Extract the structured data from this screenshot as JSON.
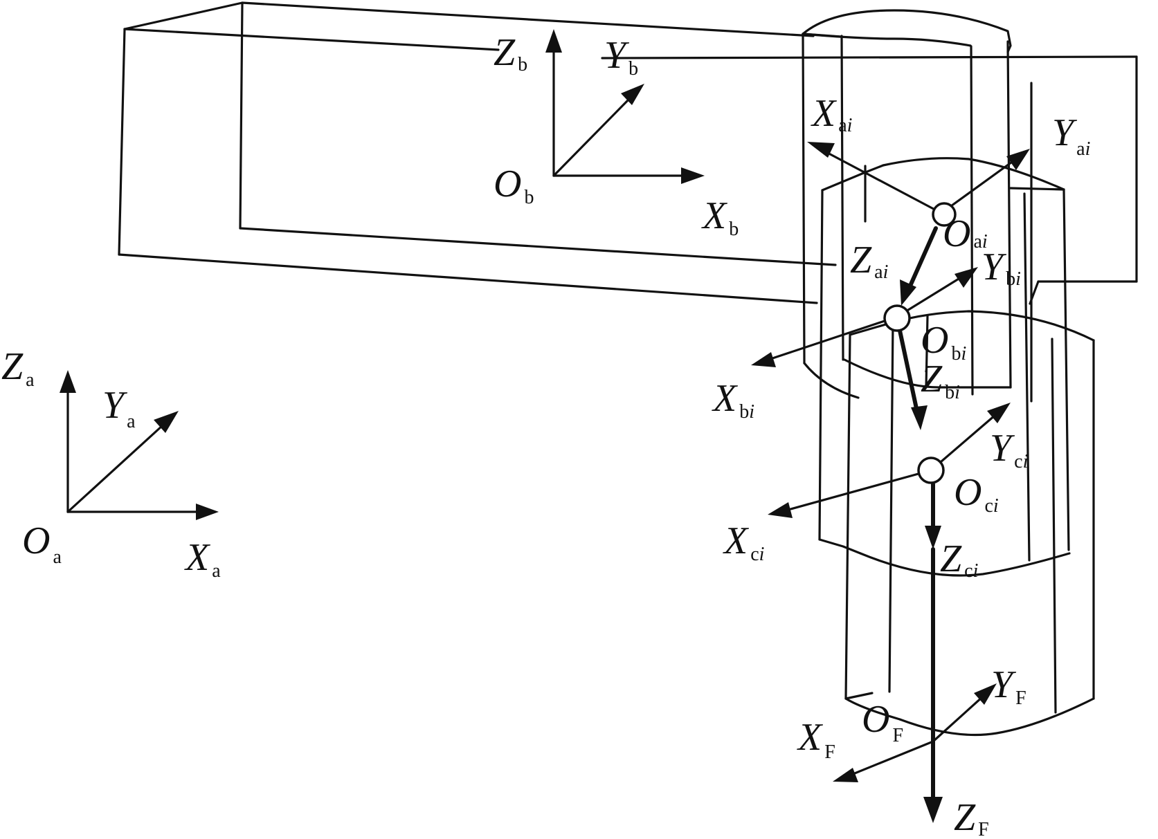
{
  "frames": [
    {
      "id": "a",
      "origin_sym": "O",
      "origin_sub": "a",
      "origin_sub_italic": "",
      "axes": {
        "X": [
          "X",
          "a"
        ],
        "Y": [
          "Y",
          "a"
        ],
        "Z": [
          "Z",
          "a"
        ]
      }
    },
    {
      "id": "b",
      "origin_sym": "O",
      "origin_sub": "b",
      "origin_sub_italic": "",
      "axes": {
        "X": [
          "X",
          "b"
        ],
        "Y": [
          "Y",
          "b"
        ],
        "Z": [
          "Z",
          "b"
        ]
      }
    },
    {
      "id": "ai",
      "origin_sym": "O",
      "origin_sub": "a",
      "origin_sub_italic": "i",
      "axes": {
        "X": [
          "X",
          "a",
          "i"
        ],
        "Y": [
          "Y",
          "a",
          "i"
        ],
        "Z": [
          "Z",
          "a",
          "i"
        ]
      }
    },
    {
      "id": "bi",
      "origin_sym": "O",
      "origin_sub": "b",
      "origin_sub_italic": "i",
      "axes": {
        "X": [
          "X",
          "b",
          "i"
        ],
        "Y": [
          "Y",
          "b",
          "i"
        ],
        "Z": [
          "Z",
          "b",
          "i"
        ]
      }
    },
    {
      "id": "ci",
      "origin_sym": "O",
      "origin_sub": "c",
      "origin_sub_italic": "i",
      "axes": {
        "X": [
          "X",
          "c",
          "i"
        ],
        "Y": [
          "Y",
          "c",
          "i"
        ],
        "Z": [
          "Z",
          "c",
          "i"
        ]
      }
    },
    {
      "id": "F",
      "origin_sym": "O",
      "origin_sub": "F",
      "origin_sub_italic": "",
      "axes": {
        "X": [
          "X",
          "F"
        ],
        "Y": [
          "Y",
          "F"
        ],
        "Z": [
          "Z",
          "F"
        ]
      }
    }
  ],
  "labels": {
    "Za": {
      "main": "Z",
      "sub": "a",
      "subi": ""
    },
    "Ya": {
      "main": "Y",
      "sub": "a",
      "subi": ""
    },
    "Oa": {
      "main": "O",
      "sub": "a",
      "subi": ""
    },
    "Xa": {
      "main": "X",
      "sub": "a",
      "subi": ""
    },
    "Zb": {
      "main": "Z",
      "sub": "b",
      "subi": ""
    },
    "Yb": {
      "main": "Y",
      "sub": "b",
      "subi": ""
    },
    "Ob": {
      "main": "O",
      "sub": "b",
      "subi": ""
    },
    "Xb": {
      "main": "X",
      "sub": "b",
      "subi": ""
    },
    "Xai": {
      "main": "X",
      "sub": "a",
      "subi": "i"
    },
    "Yai": {
      "main": "Y",
      "sub": "a",
      "subi": "i"
    },
    "Oai": {
      "main": "O",
      "sub": "a",
      "subi": "i"
    },
    "Zai": {
      "main": "Z",
      "sub": "a",
      "subi": "i"
    },
    "Ybi": {
      "main": "Y",
      "sub": "b",
      "subi": "i"
    },
    "Obi": {
      "main": "O",
      "sub": "b",
      "subi": "i"
    },
    "Xbi": {
      "main": "X",
      "sub": "b",
      "subi": "i"
    },
    "Zbi": {
      "main": "Z",
      "sub": "b",
      "subi": "i"
    },
    "Yci": {
      "main": "Y",
      "sub": "c",
      "subi": "i"
    },
    "Oci": {
      "main": "O",
      "sub": "c",
      "subi": "i"
    },
    "Xci": {
      "main": "X",
      "sub": "c",
      "subi": "i"
    },
    "Zci": {
      "main": "Z",
      "sub": "c",
      "subi": "i"
    },
    "YF": {
      "main": "Y",
      "sub": "F",
      "subi": ""
    },
    "OF": {
      "main": "O",
      "sub": "F",
      "subi": ""
    },
    "XF": {
      "main": "X",
      "sub": "F",
      "subi": ""
    },
    "ZF": {
      "main": "Z",
      "sub": "F",
      "subi": ""
    }
  },
  "colors": {
    "line": "#111111",
    "background": "#ffffff"
  }
}
